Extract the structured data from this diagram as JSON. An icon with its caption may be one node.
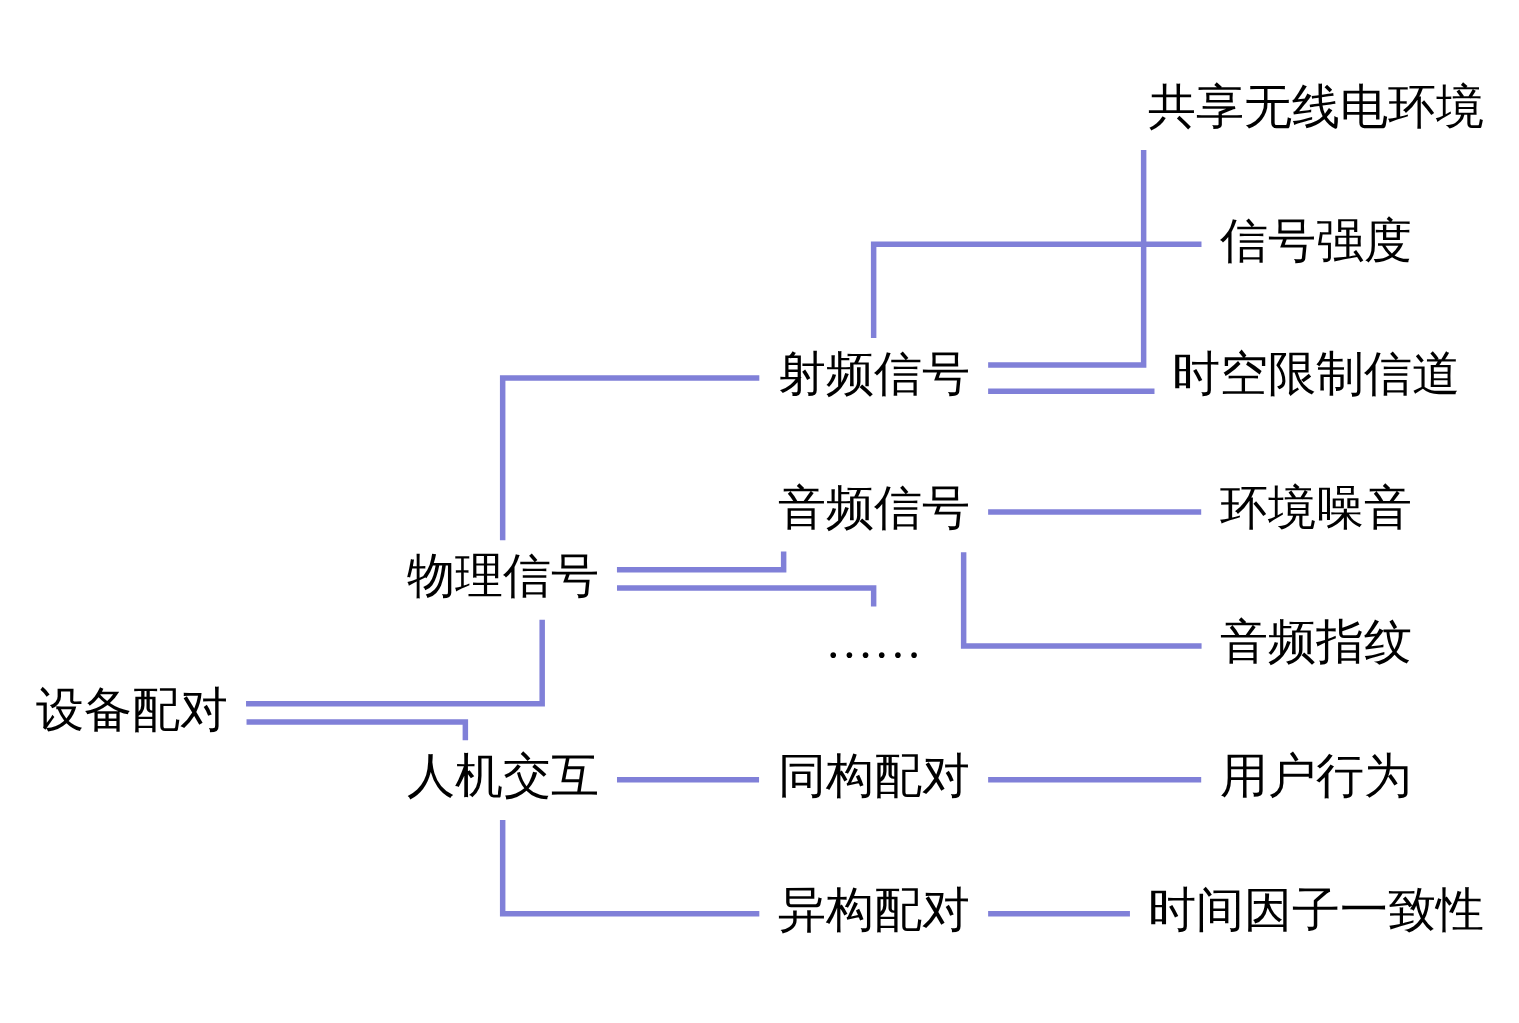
{
  "diagram": {
    "nodes": [
      {
        "text": [
          "设备配对"
        ]
      },
      {
        "text": [
          "物理信号"
        ]
      },
      {
        "text": [
          "人机交互"
        ]
      },
      {
        "text": [
          "射频信号"
        ]
      },
      {
        "text": [
          "音频信号"
        ]
      },
      {
        "text": [
          "……"
        ]
      },
      {
        "text": [
          "同构配对"
        ]
      },
      {
        "text": [
          "异构配对"
        ]
      },
      {
        "text": [
          "共享无线电环境"
        ]
      },
      {
        "text": [
          "信号强度"
        ]
      },
      {
        "text": [
          "时空限制信道"
        ]
      },
      {
        "text": [
          "环境噪音"
        ]
      },
      {
        "text": [
          "音频指纹"
        ]
      },
      {
        "text": [
          "用户行为"
        ]
      },
      {
        "text": [
          "时间因子一致性"
        ]
      }
    ],
    "edges": [
      {
        "from": 0,
        "to": 1,
        "arrow": "none"
      },
      {
        "from": 0,
        "to": 2,
        "arrow": "none"
      },
      {
        "from": 1,
        "to": 3,
        "arrow": "none"
      },
      {
        "from": 1,
        "to": 4,
        "arrow": "none"
      },
      {
        "from": 1,
        "to": 5,
        "arrow": "none"
      },
      {
        "from": 2,
        "to": 6,
        "arrow": "none"
      },
      {
        "from": 2,
        "to": 7,
        "arrow": "none"
      },
      {
        "from": 3,
        "to": 8,
        "arrow": "none"
      },
      {
        "from": 3,
        "to": 9,
        "arrow": "none"
      },
      {
        "from": 3,
        "to": 10,
        "arrow": "none"
      },
      {
        "from": 4,
        "to": 11,
        "arrow": "none"
      },
      {
        "from": 4,
        "to": 12,
        "arrow": "none"
      },
      {
        "from": 6,
        "to": 13,
        "arrow": "none"
      },
      {
        "from": 7,
        "to": 14,
        "arrow": "none"
      }
    ]
  }
}
